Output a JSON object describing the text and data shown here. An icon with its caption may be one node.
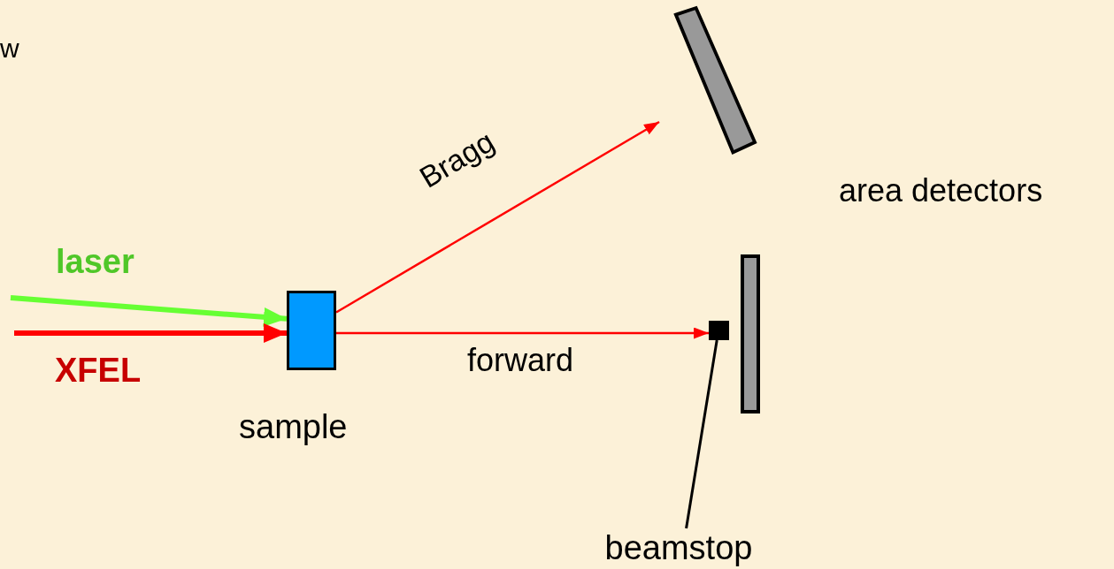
{
  "diagram": {
    "nodes": [
      {
        "text": [],
        "shape": "box",
        "beside": [
          "sample"
        ]
      },
      {
        "text": [],
        "shape": "bar"
      },
      {
        "text": [],
        "shape": "bar"
      },
      {
        "text": [],
        "shape": "box"
      },
      {
        "text": [
          "beamstop"
        ]
      }
    ],
    "edges": [
      {
        "from": null,
        "to": 0,
        "arrow": "to",
        "label": "laser",
        "style": "thick",
        "color": "#66ff33"
      },
      {
        "from": null,
        "to": 0,
        "arrow": "to",
        "label": "XFEL",
        "style": "thick"
      },
      {
        "from": 0,
        "to": null,
        "arrow": "to",
        "label": "Bragg"
      },
      {
        "from": 0,
        "to": 3,
        "arrow": "to",
        "label": "forward"
      },
      {
        "from": 4,
        "to": 3,
        "arrow": "none",
        "color": "#000000"
      }
    ],
    "labels": [
      "w",
      "area detectors"
    ]
  }
}
